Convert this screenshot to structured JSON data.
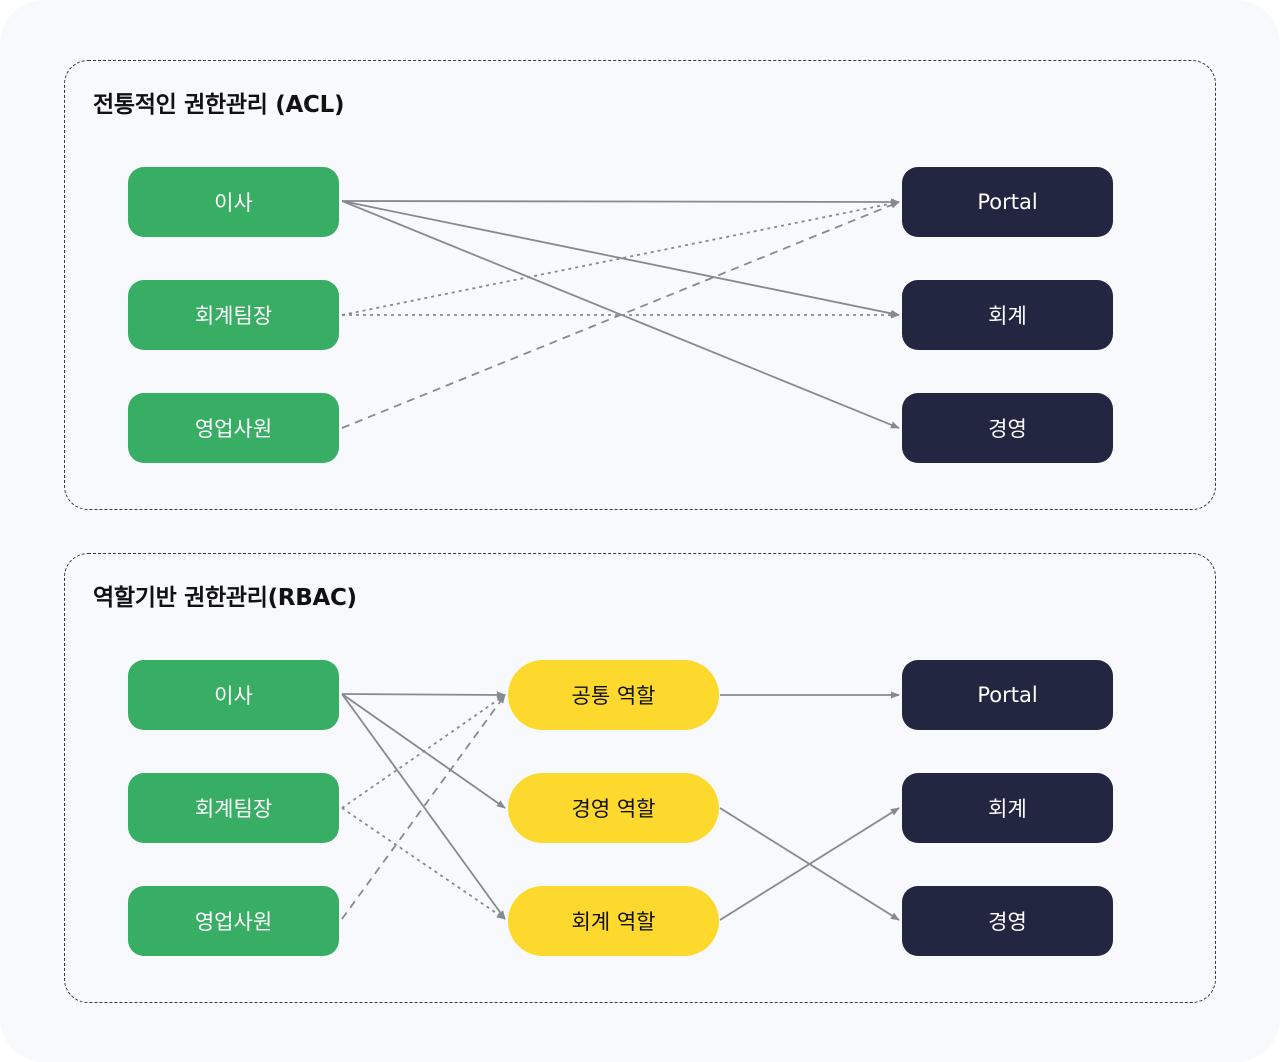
{
  "acl": {
    "title": "전통적인 권한관리 (ACL)",
    "users": [
      "이사",
      "회계팀장",
      "영업사원"
    ],
    "resources": [
      "Portal",
      "회계",
      "경영"
    ]
  },
  "rbac": {
    "title": "역할기반 권한관리(RBAC)",
    "users": [
      "이사",
      "회계팀장",
      "영업사원"
    ],
    "roles": [
      "공통 역할",
      "경영 역할",
      "회계 역할"
    ],
    "resources": [
      "Portal",
      "회계",
      "경영"
    ]
  },
  "colors": {
    "user_node": "#37ae63",
    "resource_node": "#222641",
    "role_node": "#fdd92e",
    "edge": "#858a92"
  }
}
